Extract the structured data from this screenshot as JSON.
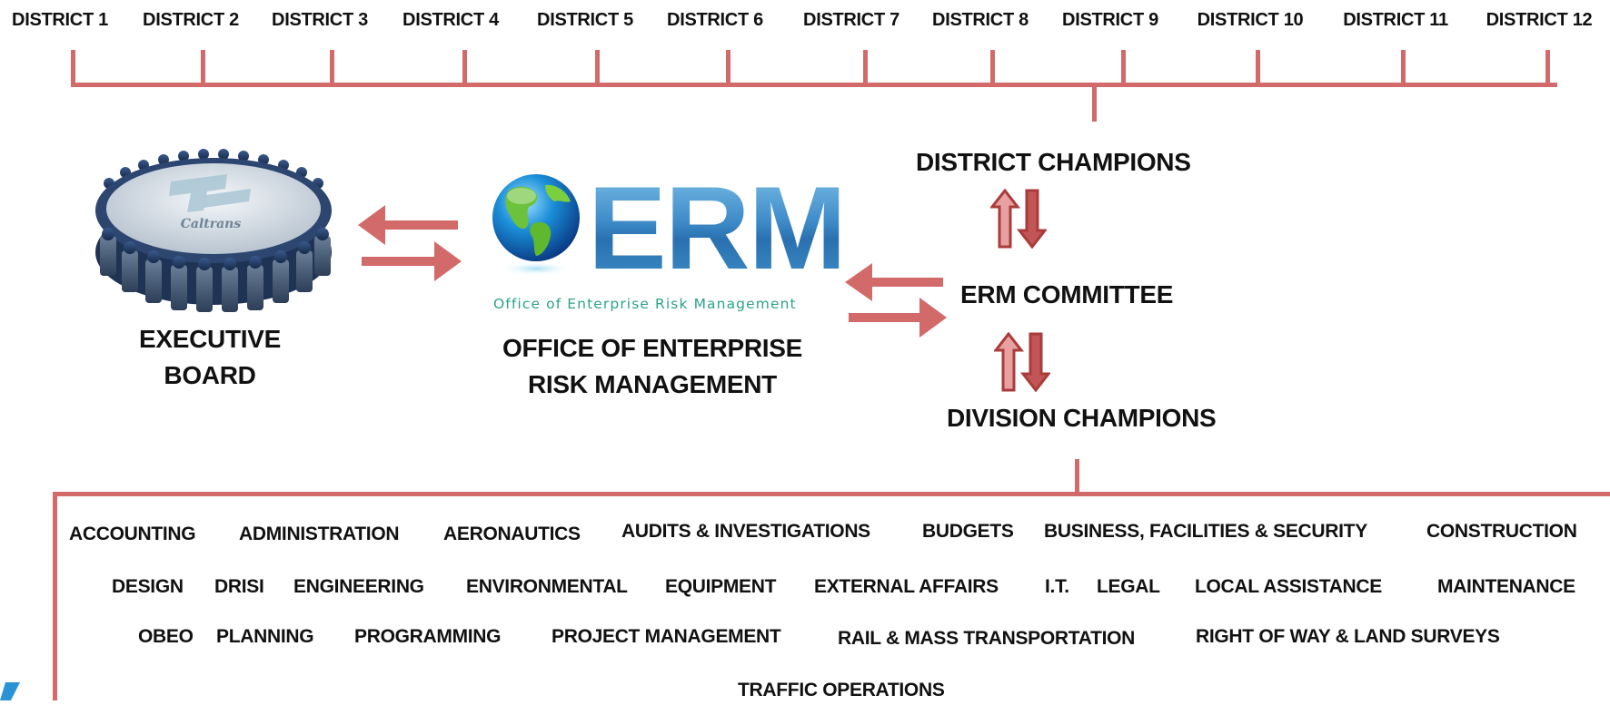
{
  "districts": [
    "DISTRICT 1",
    "DISTRICT 2",
    "DISTRICT 3",
    "DISTRICT 4",
    "DISTRICT 5",
    "DISTRICT 6",
    "DISTRICT 7",
    "DISTRICT 8",
    "DISTRICT 9",
    "DISTRICT 10",
    "DISTRICT 11",
    "DISTRICT 12"
  ],
  "executive_board": {
    "line1": "EXECUTIVE",
    "line2": "BOARD",
    "logo_text": "Caltrans"
  },
  "office": {
    "logo_letters": "ERM",
    "tagline": "Office of Enterprise Risk Management",
    "line1": "OFFICE OF ENTERPRISE",
    "line2": "RISK MANAGEMENT"
  },
  "district_champions": "DISTRICT CHAMPIONS",
  "erm_committee": "ERM COMMITTEE",
  "division_champions": "DIVISION CHAMPIONS",
  "divisions": [
    "ACCOUNTING",
    "ADMINISTRATION",
    "AERONAUTICS",
    "AUDITS & INVESTIGATIONS",
    "BUDGETS",
    "BUSINESS, FACILITIES & SECURITY",
    "CONSTRUCTION",
    "DESIGN",
    "DRISI",
    "ENGINEERING",
    "ENVIRONMENTAL",
    "EQUIPMENT",
    "EXTERNAL AFFAIRS",
    "I.T.",
    "LEGAL",
    "LOCAL ASSISTANCE",
    "MAINTENANCE",
    "OBEO",
    "PLANNING",
    "PROGRAMMING",
    "PROJECT MANAGEMENT",
    "RAIL & MASS TRANSPORTATION",
    "RIGHT OF WAY & LAND SURVEYS",
    "TRAFFIC OPERATIONS"
  ],
  "colors": {
    "connector": "#d26a6a",
    "arrow_dark": "#a93b3b",
    "erm_blue": "#3e8bc8",
    "tagline_teal": "#2ea38a"
  },
  "icons": [
    "conference-table-icon",
    "globe-icon",
    "swap-arrows-icon",
    "up-down-arrows-icon"
  ]
}
